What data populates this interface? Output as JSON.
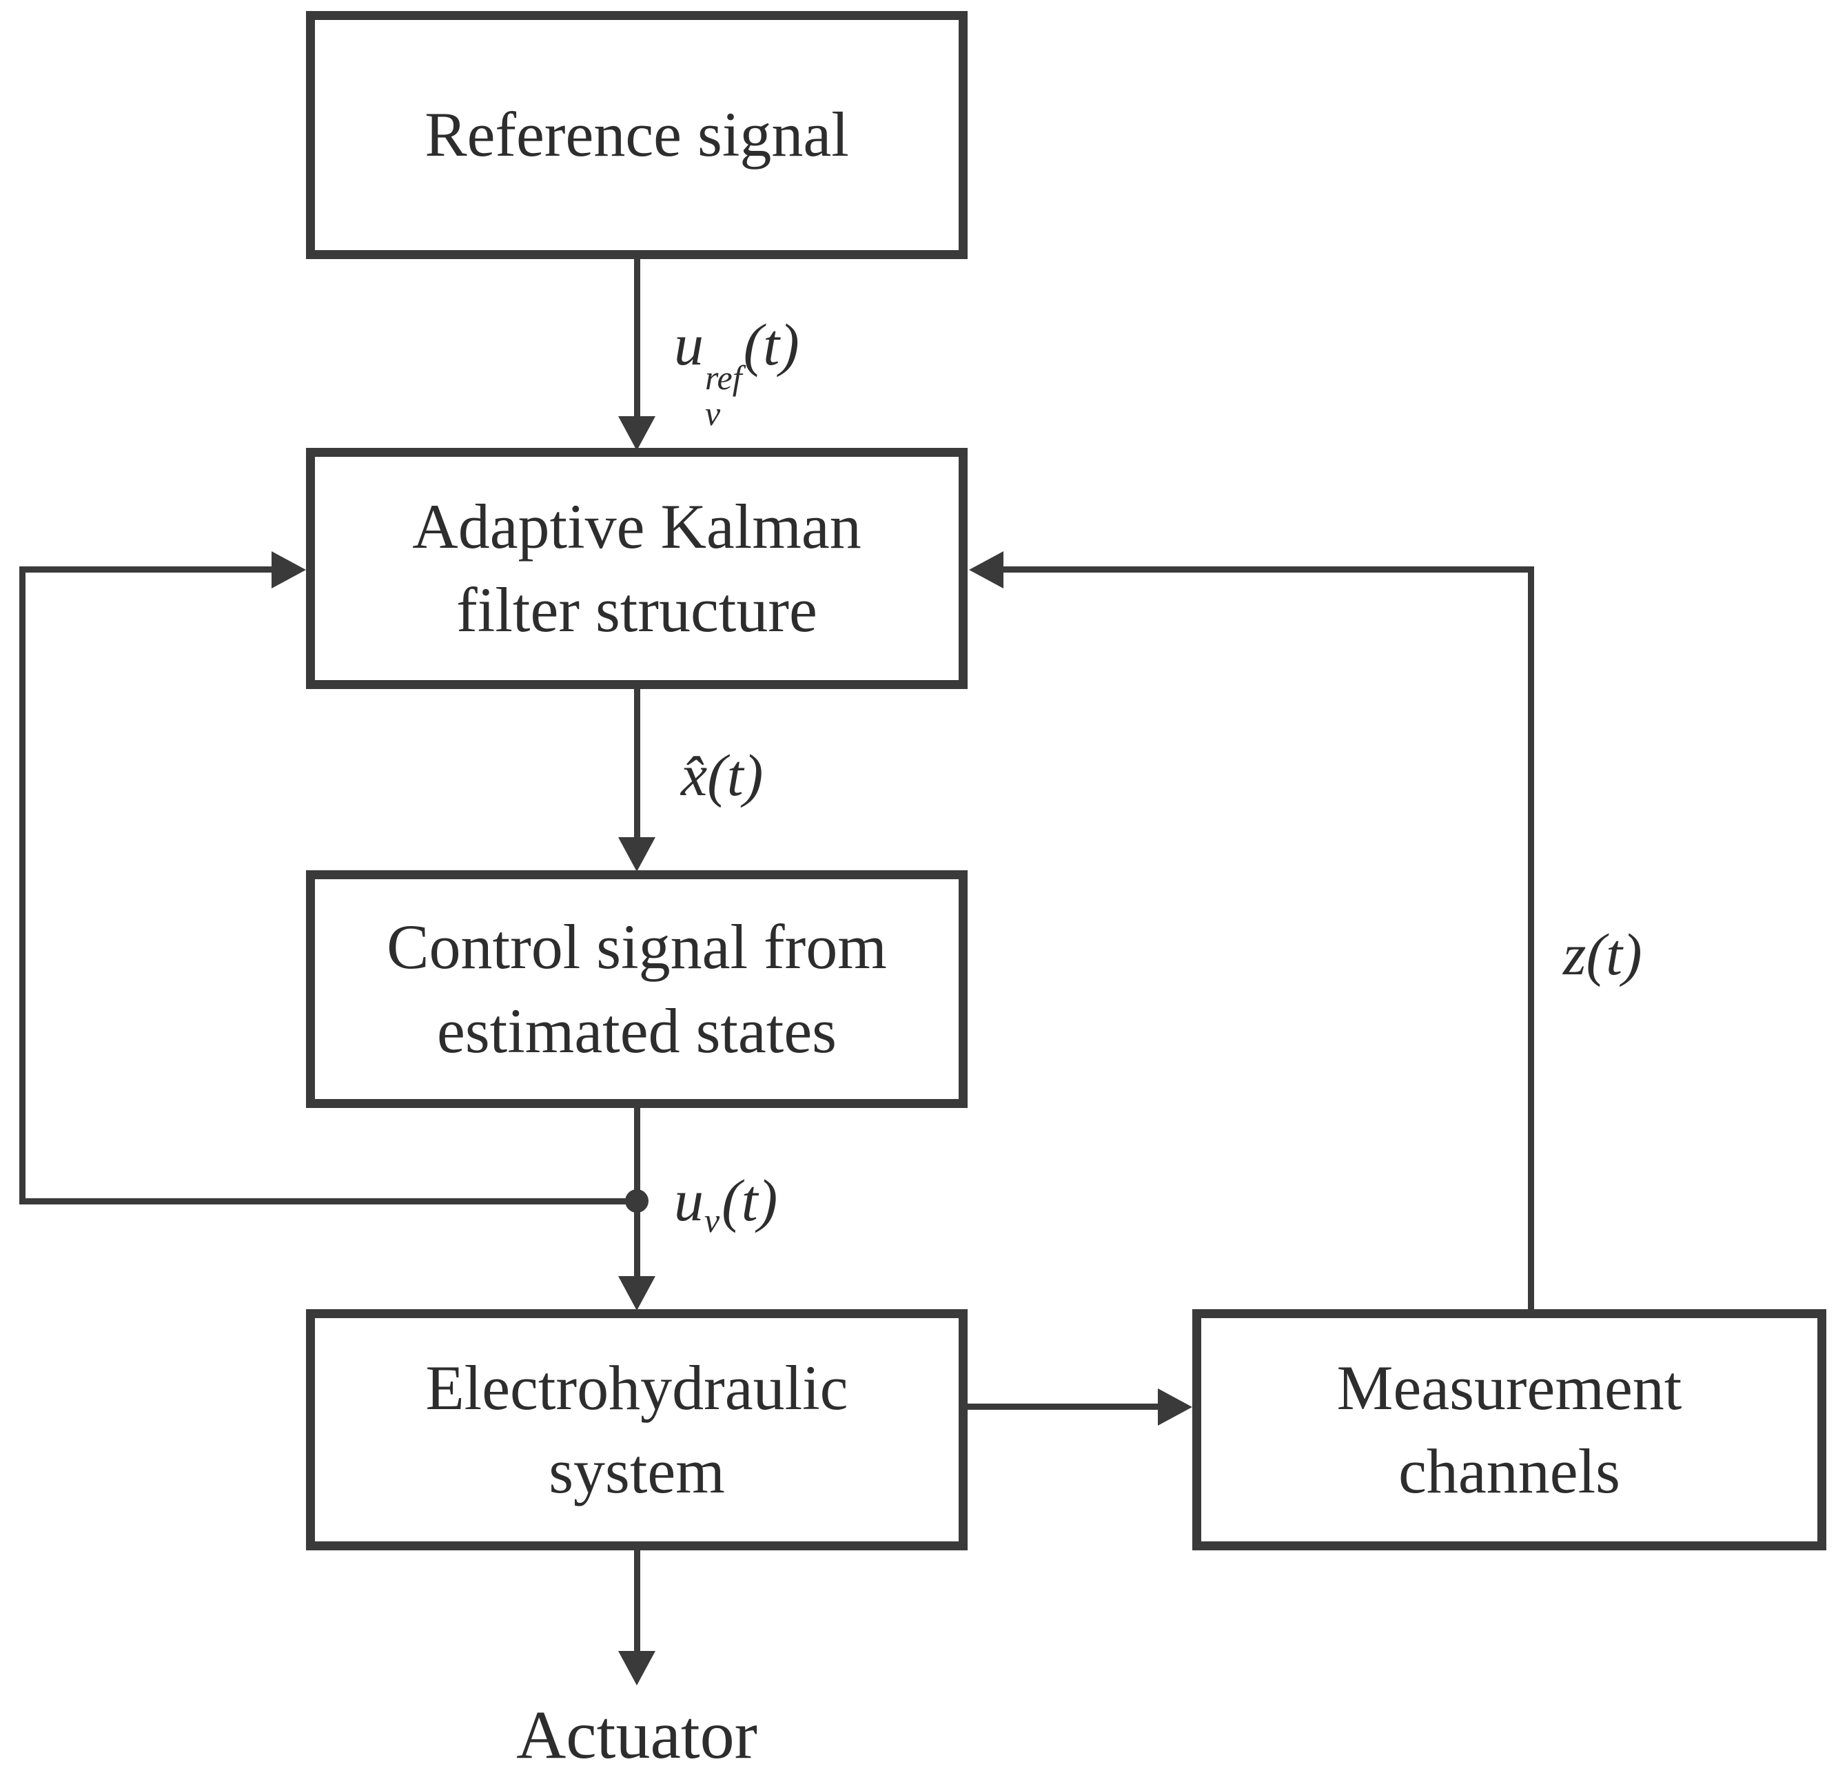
{
  "diagram": {
    "boxes": {
      "reference": {
        "label": "Reference signal"
      },
      "kalman": {
        "line1": "Adaptive Kalman",
        "line2": "filter structure"
      },
      "control": {
        "line1": "Control signal from",
        "line2": "estimated states"
      },
      "electrohydraulic": {
        "line1": "Electrohydraulic",
        "line2": "system"
      },
      "measurement": {
        "line1": "Measurement",
        "line2": "channels"
      }
    },
    "signal_labels": {
      "u_ref": {
        "base": "u",
        "sup": "ref",
        "sub": "v",
        "args": "(t)"
      },
      "x_hat": {
        "base": "x̂",
        "args": "(t)"
      },
      "u_v": {
        "base": "u",
        "sub": "v",
        "args": "(t)"
      },
      "z": {
        "base": "z",
        "args": "(t)"
      }
    },
    "terminal_labels": {
      "actuator": "Actuator"
    },
    "colors": {
      "line": "#3a3a3a",
      "text": "#2d2d2d",
      "background": "#ffffff"
    }
  }
}
